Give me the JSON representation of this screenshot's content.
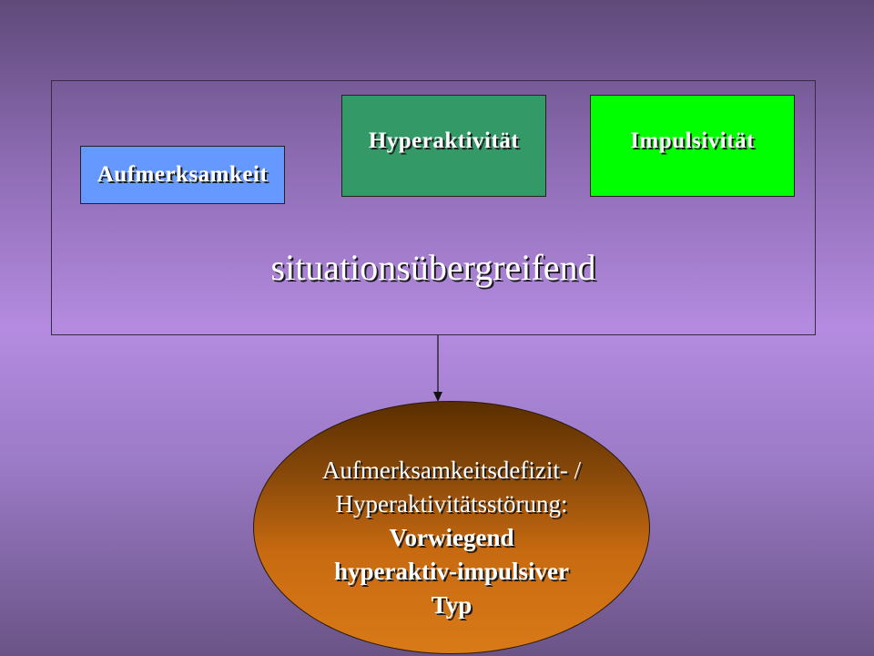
{
  "diagram": {
    "boxes": {
      "attention": "Aufmerksamkeit",
      "hyperactivity": "Hyperaktivität",
      "impulsivity": "Impulsivität"
    },
    "frame_label": "situationsübergreifend",
    "result": {
      "line1": "Aufmerksamkeitsdefizit- /",
      "line2": "Hyperaktivitätsstörung:",
      "line3": "Vorwiegend",
      "line4": "hyperaktiv-impulsiver",
      "line5": "Typ"
    }
  },
  "colors": {
    "attention": "#6699ff",
    "hyperactivity": "#339966",
    "impulsivity": "#00ff00",
    "result": "#c86a10"
  }
}
